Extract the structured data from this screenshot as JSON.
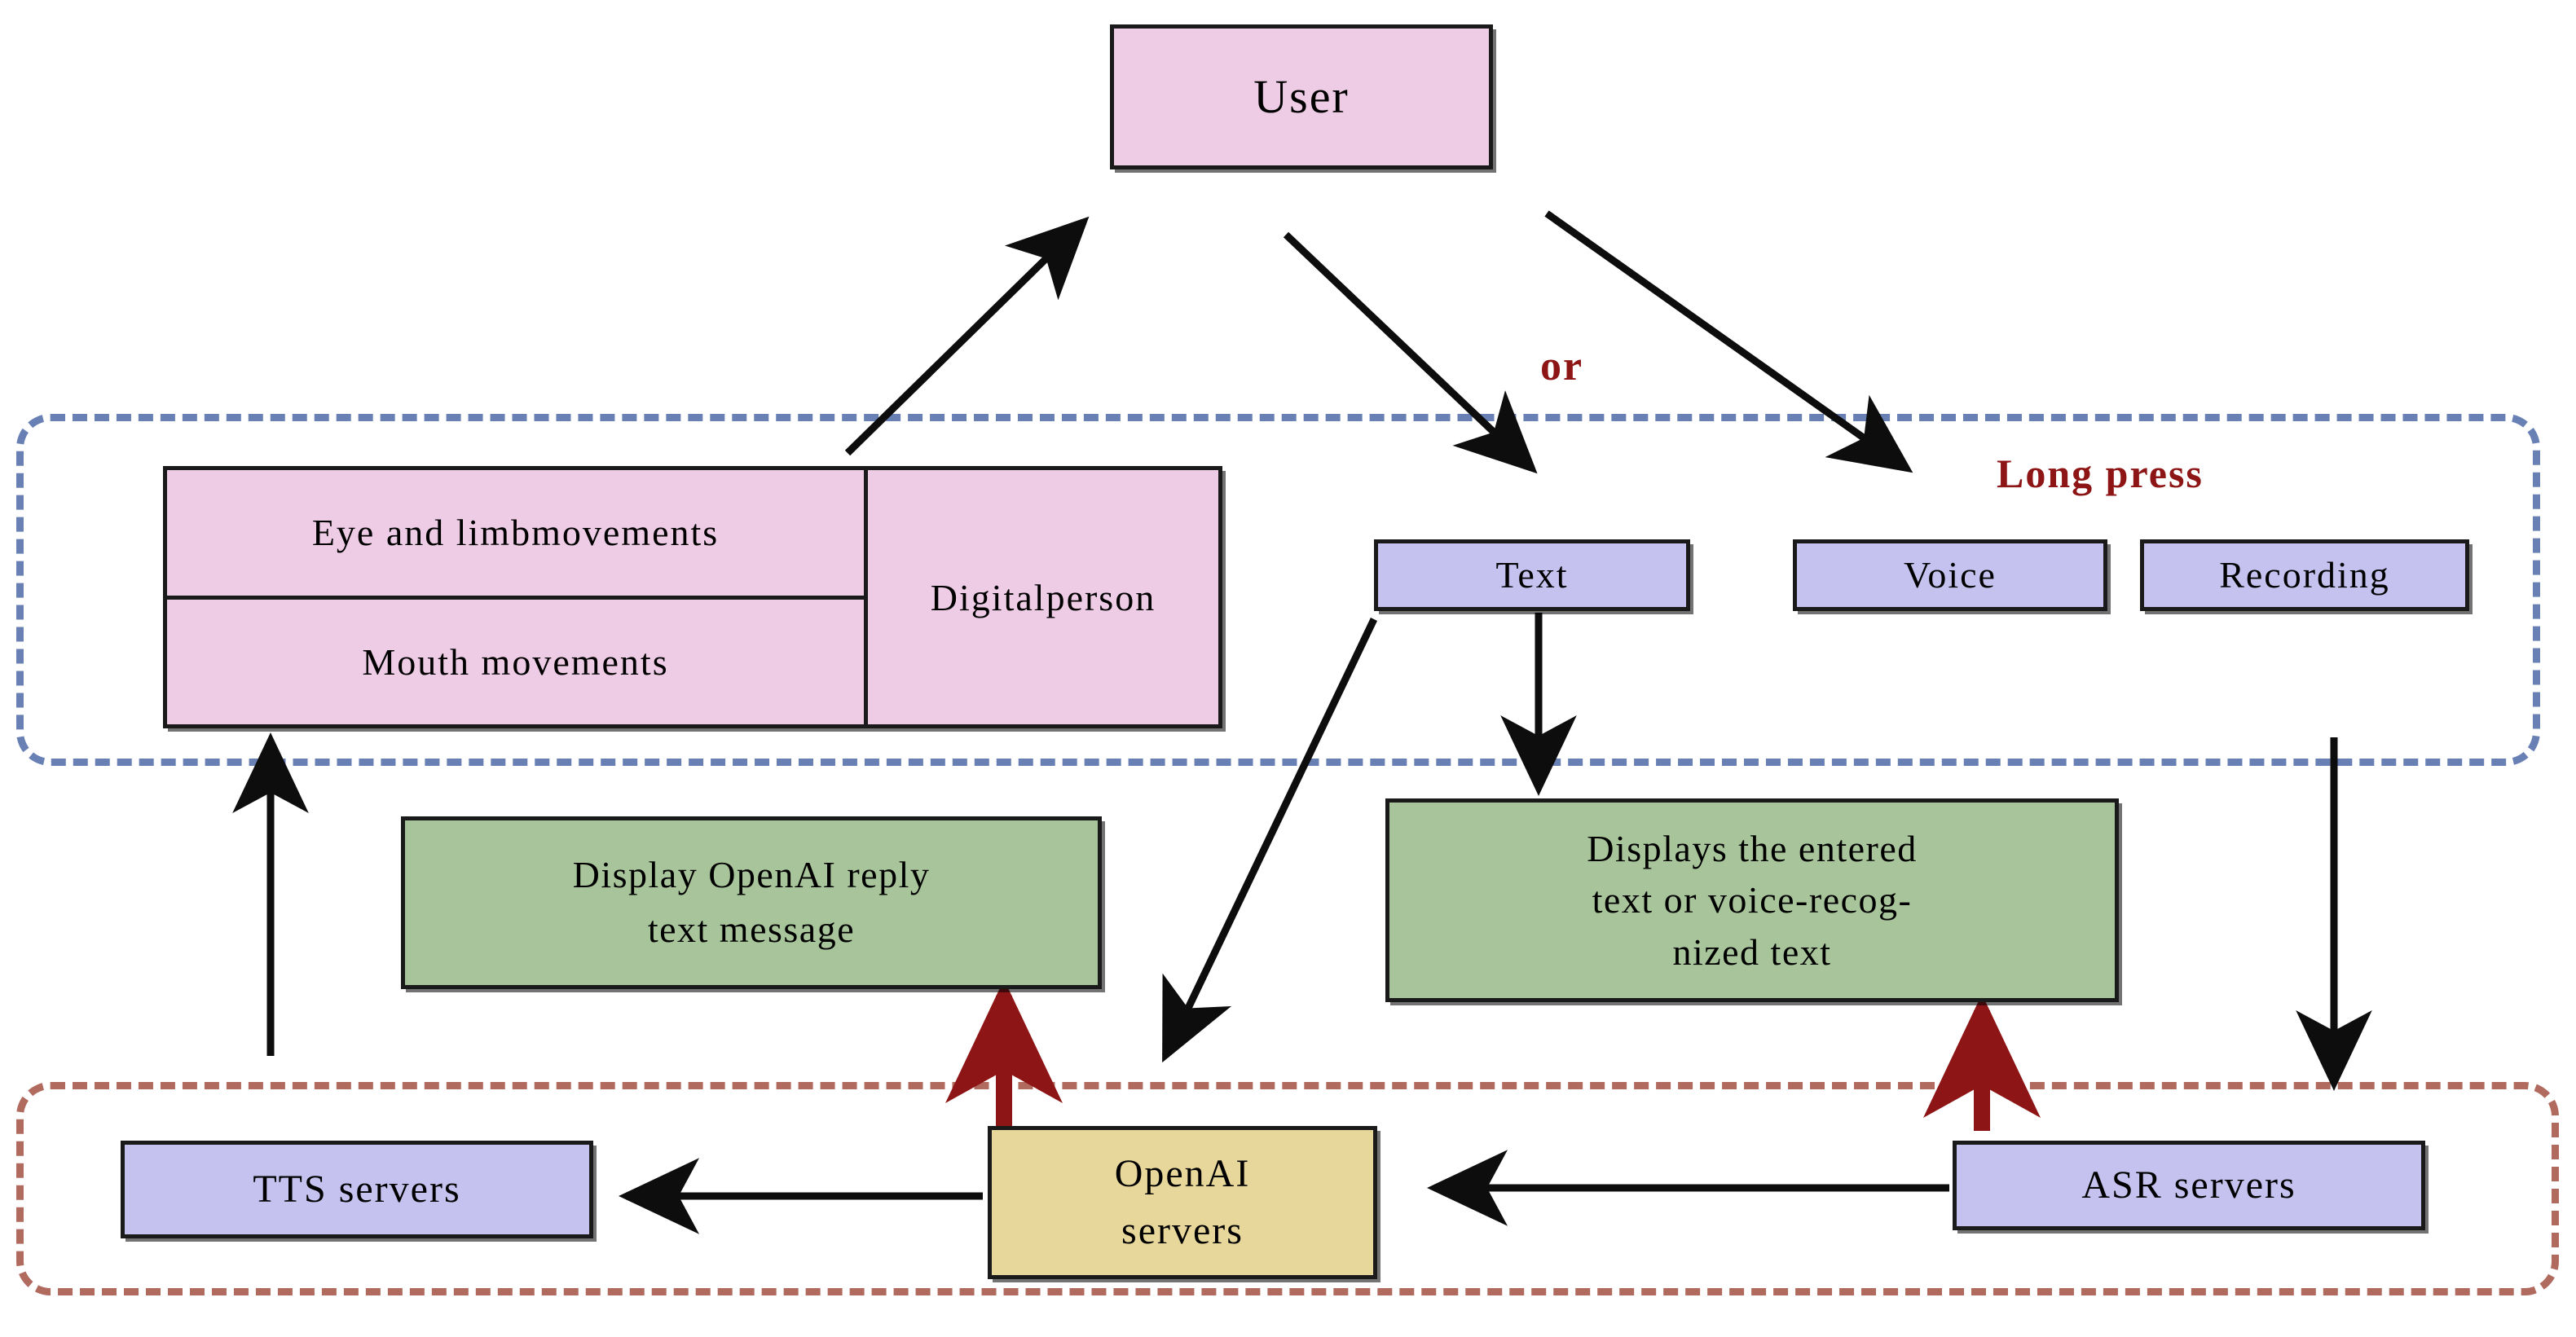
{
  "diagram": {
    "title": "Digital person voice interaction architecture",
    "colors": {
      "pink": "#EECCE5",
      "lavender": "#C5C2EF",
      "green": "#A8C49A",
      "tan": "#E8D79B",
      "app_group_border": "#6880b4",
      "server_group_border": "#b06a5e",
      "red_arrow": "#8d1515",
      "label_red": "#8d1515",
      "node_border": "#1a1a1a"
    },
    "nodes": {
      "user": "User",
      "eye_and_limb": "Eye and limb\nmovements",
      "eye_and_limb_line1": "Eye and limb",
      "eye_and_limb_line2": "movements",
      "mouth": "Mouth movements",
      "digital_person_line1": "Digital",
      "digital_person_line2": "person",
      "text": "Text",
      "voice": "Voice",
      "recording": "Recording",
      "display_reply_line1": "Display OpenAI reply",
      "display_reply_line2": "text message",
      "displays_entered_line1": "Displays the entered",
      "displays_entered_line2": "text or voice-recog-",
      "displays_entered_line3": "nized text",
      "tts_servers": "TTS servers",
      "openai_servers_line1": "OpenAI",
      "openai_servers_line2": "servers",
      "asr_servers": "ASR servers"
    },
    "labels": {
      "or": "or",
      "long_press": "Long press"
    },
    "edges": [
      {
        "from": "digital-person",
        "to": "user",
        "style": "solid-black",
        "direction": "up-right"
      },
      {
        "from": "user",
        "to": "text",
        "style": "solid-black",
        "direction": "down-left"
      },
      {
        "from": "user",
        "to": "voice",
        "style": "solid-black",
        "direction": "down-right",
        "label": "or"
      },
      {
        "from": "text",
        "to": "display-entered-text",
        "style": "solid-black",
        "direction": "down"
      },
      {
        "from": "text",
        "to": "openai-servers",
        "style": "solid-black",
        "direction": "down-left"
      },
      {
        "from": "recording",
        "to": "asr-servers",
        "style": "solid-black",
        "direction": "down"
      },
      {
        "from": "asr-servers",
        "to": "openai-servers",
        "style": "solid-black",
        "direction": "left"
      },
      {
        "from": "openai-servers",
        "to": "tts-servers",
        "style": "solid-black",
        "direction": "left"
      },
      {
        "from": "openai-servers",
        "to": "display-openai-reply",
        "style": "solid-red",
        "direction": "up"
      },
      {
        "from": "asr-servers",
        "to": "display-entered-text",
        "style": "solid-red",
        "direction": "up"
      },
      {
        "from": "tts-servers",
        "to": "digital-person",
        "style": "solid-black",
        "direction": "up"
      }
    ]
  }
}
